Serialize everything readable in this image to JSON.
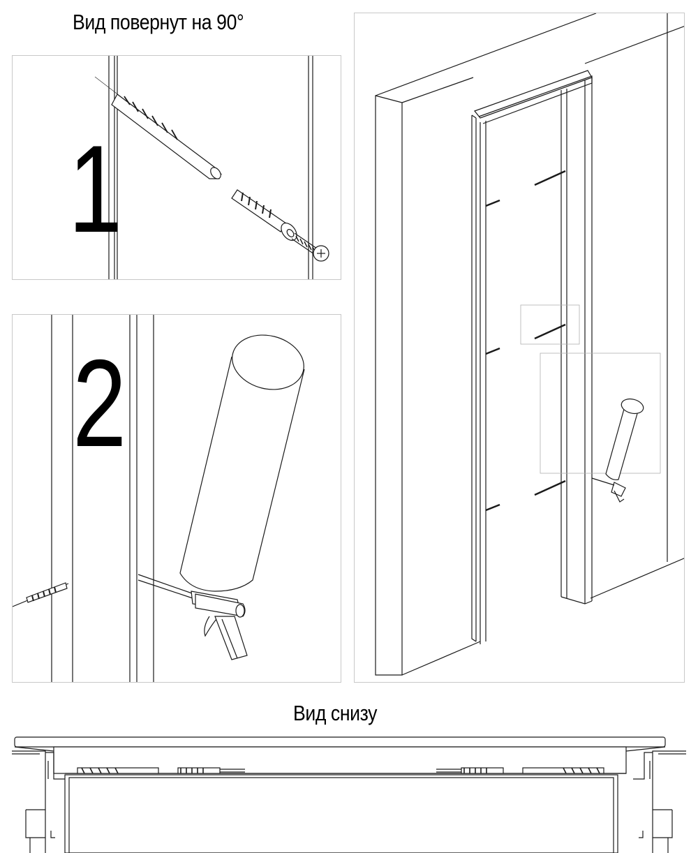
{
  "captions": {
    "rotated_view": "Вид повернут на 90°",
    "bottom_view": "Вид снизу"
  },
  "steps": [
    {
      "number": "1"
    },
    {
      "number": "2"
    }
  ],
  "colors": {
    "line": "#1a1a1a",
    "frame_border": "#c8c8c8"
  }
}
